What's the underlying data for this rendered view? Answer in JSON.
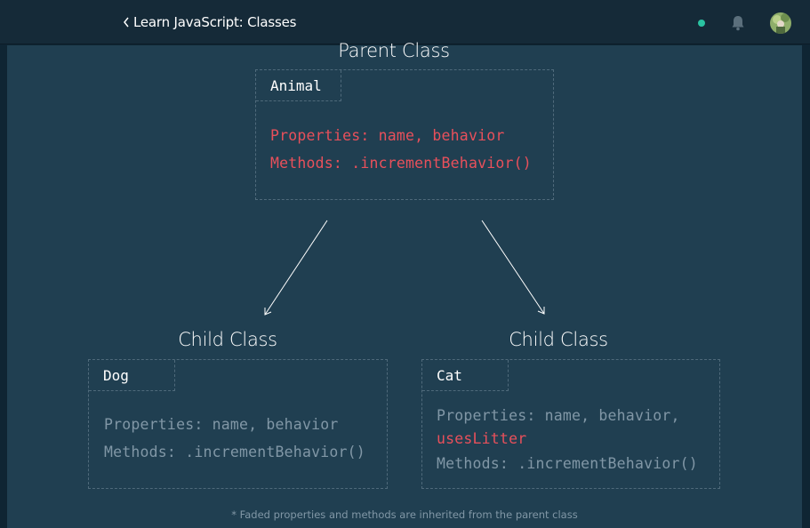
{
  "header": {
    "back_title": "Learn JavaScript: Classes"
  },
  "diagram": {
    "parent": {
      "heading": "Parent Class",
      "name": "Animal",
      "properties": "Properties: name, behavior",
      "methods": "Methods: .incrementBehavior()"
    },
    "child_left": {
      "heading": "Child Class",
      "name": "Dog",
      "properties": "Properties: name, behavior",
      "methods": "Methods: .incrementBehavior()"
    },
    "child_right": {
      "heading": "Child Class",
      "name": "Cat",
      "properties": "Properties: name, behavior,",
      "properties_extra": "usesLitter",
      "methods": "Methods: .incrementBehavior()"
    },
    "footnote": "* Faded properties and methods are inherited from the parent class"
  },
  "colors": {
    "background": "#203f51",
    "topbar": "#152a38",
    "accent_red": "#e8505b",
    "faded_text": "#8197a6",
    "status_dot": "#2ac3a2"
  },
  "icons": [
    "chevron-left-icon",
    "status-dot",
    "bell-icon",
    "avatar"
  ]
}
